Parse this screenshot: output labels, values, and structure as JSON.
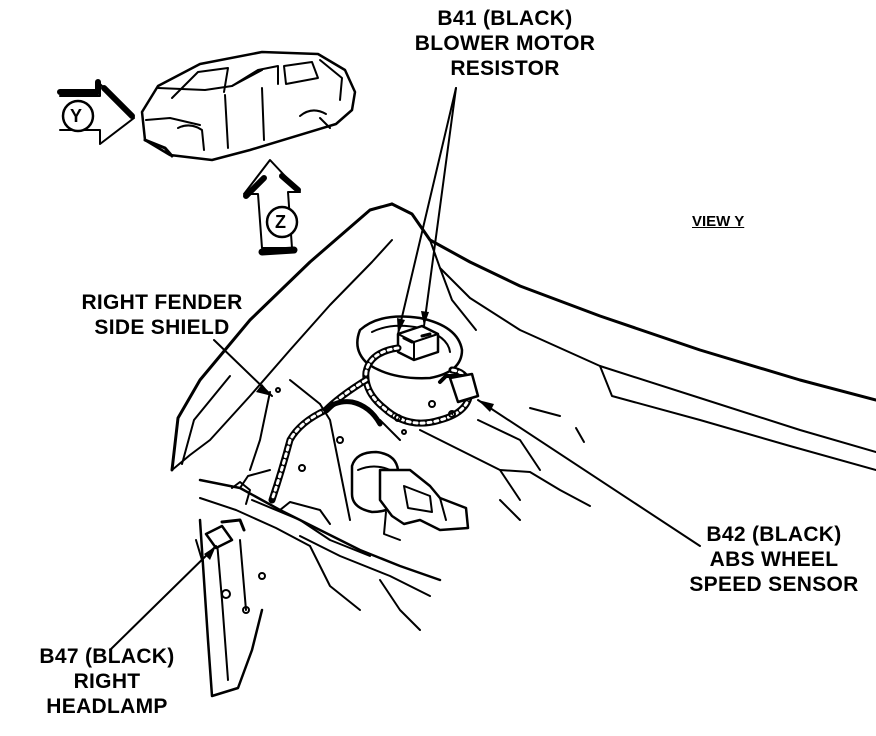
{
  "labels": {
    "b41": [
      "B41 (BLACK)",
      "BLOWER MOTOR",
      "RESISTOR"
    ],
    "right_fender": [
      "RIGHT FENDER",
      "SIDE SHIELD"
    ],
    "b42": [
      "B42 (BLACK)",
      "ABS WHEEL",
      "SPEED SENSOR"
    ],
    "b47": [
      "B47 (BLACK)",
      "RIGHT",
      "HEADLAMP"
    ],
    "view": "VIEW  Y"
  },
  "view_markers": {
    "y": "Y",
    "z": "Z"
  },
  "colors": {
    "ink": "#000000",
    "paper": "#ffffff"
  }
}
